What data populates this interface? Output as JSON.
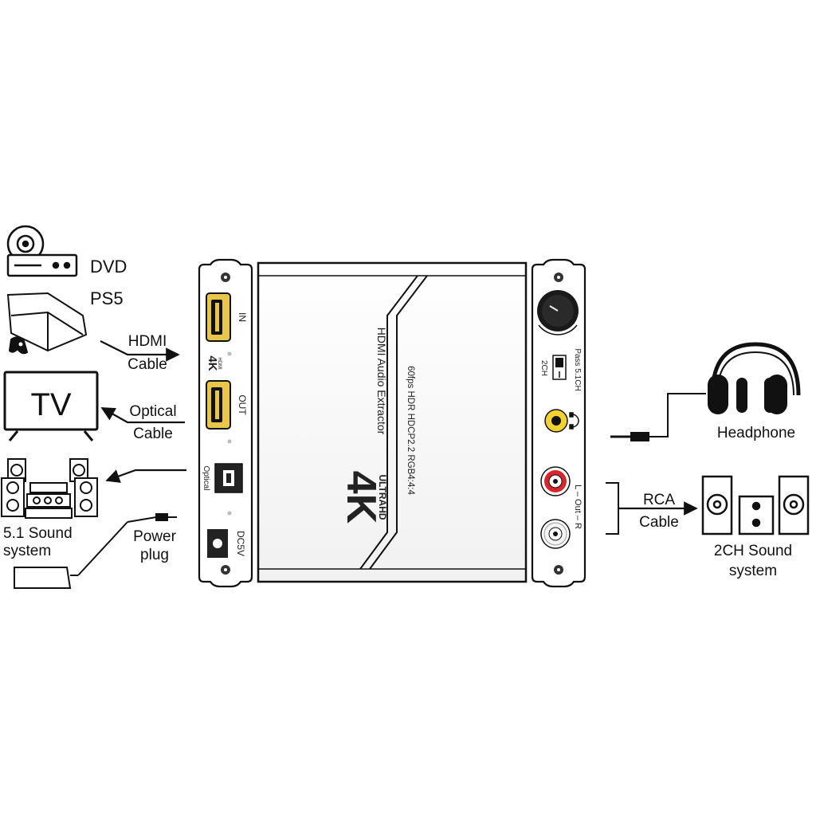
{
  "sources": {
    "dvd_label": "DVD",
    "ps5_label": "PS5",
    "tv_label": "TV",
    "tv_screen_text": "TV",
    "sound51_label_line1": "5.1 Sound",
    "sound51_label_line2": "system",
    "power_label_line1": "Power",
    "power_label_line2": "plug"
  },
  "cables": {
    "hdmi_line1": "HDMI",
    "hdmi_line2": "Cable",
    "optical_line1": "Optical",
    "optical_line2": "Cable",
    "rca_line1": "RCA",
    "rca_line2": "Cable"
  },
  "device": {
    "left_panel": {
      "hdmi_in": "IN",
      "hdmi_out": "OUT",
      "hdmi_logo_big": "4K",
      "hdmi_logo_small": "HDMI",
      "optical": "Optical",
      "dc": "DC5V"
    },
    "top_panel": {
      "logo_big": "4K",
      "logo_small": "ULTRAHD",
      "title": "HDMI Audio Extractor",
      "spec": "60fps HDR HDCP2.2 RGB4:4:4"
    },
    "right_panel": {
      "switch_2ch": "2CH",
      "switch_pass": "Pass 5.1CH",
      "rca_out": "L – Out – R"
    }
  },
  "outputs": {
    "headphone_label": "Headphone",
    "sound2ch_line1": "2CH Sound",
    "sound2ch_line2": "system"
  },
  "colors": {
    "hdmi_gold": "#e8c64a",
    "jack_yellow": "#f2d230",
    "rca_red": "#d8242a"
  }
}
